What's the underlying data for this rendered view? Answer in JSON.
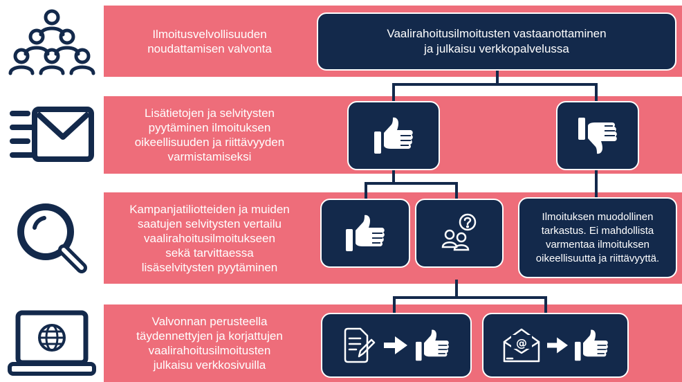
{
  "rows": [
    {
      "text": "Ilmoitusvelvollisuuden\nnoudattamisen valvonta",
      "icon": "people-group-icon"
    },
    {
      "text": "Lisätietojen ja selvitysten\npyytäminen ilmoituksen\noikeellisuuden ja riittävyyden\nvarmistamiseksi",
      "icon": "envelope-fast-icon"
    },
    {
      "text": "Kampanjatiliotteiden ja muiden\nsaatujen selvitysten vertailu\nvaalirahoitusilmoitukseen\nsekä tarvittaessa\nlisäselvitysten pyytäminen",
      "icon": "magnifier-icon"
    },
    {
      "text": "Valvonnan perusteella\ntäydennettyjen ja korjattujen\nvaalirahoitusilmoitusten\njulkaisu verkkosivuilla",
      "icon": "laptop-globe-icon"
    }
  ],
  "top_box": {
    "text": "Vaalirahoitusilmoitusten vastaanottaminen\nja julkaisu verkkopalvelussa"
  },
  "formal_box": {
    "text": "Ilmoituksen muodollinen\ntarkastus. Ei mahdollista\nvarmentaa ilmoituksen\noikeellisuutta ja riittävyyttä."
  },
  "colors": {
    "band": "#ee6d7a",
    "navy": "#13294b",
    "white": "#ffffff"
  },
  "icons": [
    "thumbs-up-icon",
    "thumbs-down-icon",
    "person-question-icon",
    "document-edit-icon",
    "email-envelope-icon",
    "arrow-right-icon"
  ]
}
